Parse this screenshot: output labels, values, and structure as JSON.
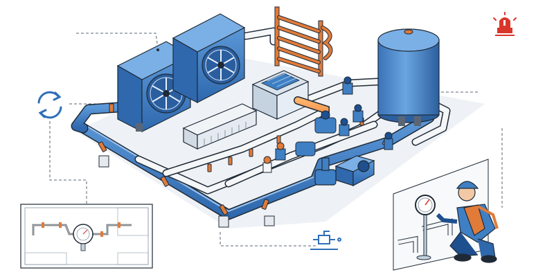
{
  "diagram": {
    "title": "",
    "components": [
      {
        "id": "condenser-unit-1",
        "icon": "fan-unit"
      },
      {
        "id": "condenser-unit-2",
        "icon": "fan-unit"
      },
      {
        "id": "heat-exchanger-coil",
        "icon": "coil"
      },
      {
        "id": "storage-tank",
        "icon": "tank"
      },
      {
        "id": "control-box",
        "icon": "box"
      },
      {
        "id": "manifold",
        "icon": "manifold"
      },
      {
        "id": "main-pump",
        "icon": "pump"
      },
      {
        "id": "technician",
        "icon": "worker"
      },
      {
        "id": "pressure-gauge-panel",
        "icon": "gauge"
      },
      {
        "id": "blueprint-panel",
        "icon": "drawing"
      }
    ],
    "callout_icons": [
      "refresh-cycle-icon",
      "alarm-beacon-icon",
      "valve-schematic-icon"
    ]
  },
  "colors": {
    "pipe_blue": "#3f7fc4",
    "pipe_dark": "#1e4f8f",
    "pipe_light": "#eef1f5",
    "accent_orange": "#e07b39",
    "outline": "#1f2a36",
    "alarm_red": "#d9362b",
    "floor": "#e9edf1"
  }
}
